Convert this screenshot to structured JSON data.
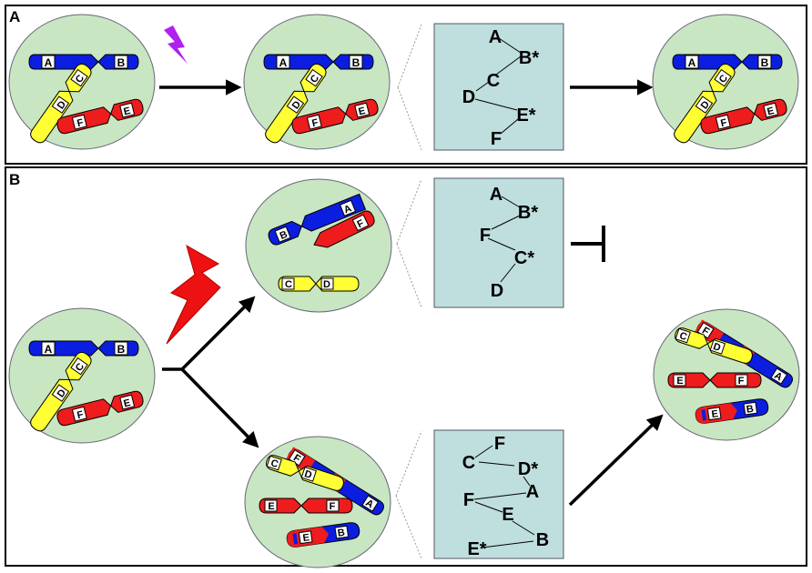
{
  "panels": [
    {
      "id": "A",
      "label": "A"
    },
    {
      "id": "B",
      "label": "B"
    }
  ],
  "chromosome_letters": {
    "a": "A",
    "b": "B",
    "c": "C",
    "d": "D",
    "e": "E",
    "f": "F"
  },
  "path_a": {
    "n1": "A",
    "n2": "B*",
    "n3": "C",
    "n4": "D",
    "n5": "E*",
    "n6": "F"
  },
  "path_b1": {
    "n1": "A",
    "n2": "B*",
    "n3": "F",
    "n4": "C*",
    "n5": "D"
  },
  "path_b2": {
    "n1": "F",
    "n2": "C",
    "n3": "D*",
    "n4": "A",
    "n5": "F",
    "n6": "E",
    "n7": "B",
    "n8": "E*"
  },
  "colors": {
    "cell_fill": "#c9e6c3",
    "path_box": "#bfdede",
    "chr_blue": "#0b1ee0",
    "chr_red": "#ee1c1c",
    "chr_yellow": "#ffff33",
    "bolt_small": "#b020ee",
    "bolt_large": "#ee1111"
  },
  "icons": [
    "lightning-bolt-icon",
    "arrow-icon",
    "inhibition-t-bar-icon",
    "zoom-lines-icon"
  ]
}
